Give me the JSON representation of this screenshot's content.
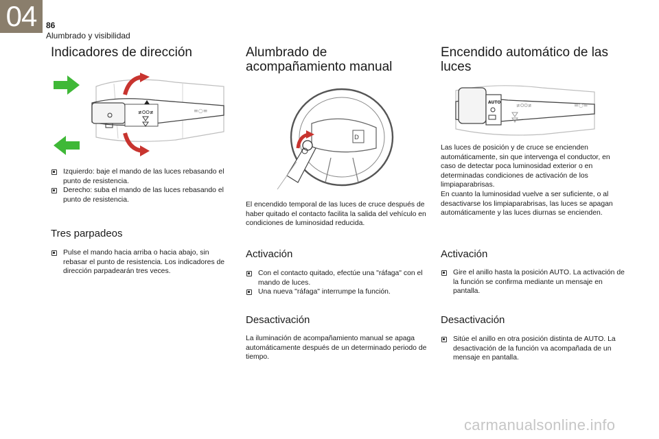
{
  "header": {
    "chapter": "04",
    "page_number": "86",
    "section": "Alumbrado y visibilidad"
  },
  "col1": {
    "title": "Indicadores de dirección",
    "bullets": [
      "Izquierdo: baje el mando de las luces rebasando el punto de resistencia.",
      "Derecho: suba el mando de las luces rebasando el punto de resistencia."
    ],
    "subtitle": "Tres parpadeos",
    "sub_bullets": [
      "Pulse el mando hacia arriba o hacia abajo, sin rebasar el punto de resistencia. Los indicadores de dirección parpadearán tres veces."
    ]
  },
  "col2": {
    "title_line1": "Alumbrado de",
    "title_line2": "acompañamiento manual",
    "intro": "El encendido temporal de las luces de cruce después de haber quitado el contacto facilita la salida del vehículo en condiciones de luminosidad reducida.",
    "activation_title": "Activación",
    "activation_bullets": [
      "Con el contacto quitado, efectúe una \"ráfaga\" con el mando de luces.",
      "Una nueva \"ráfaga\" interrumpe la función."
    ],
    "deactivation_title": "Desactivación",
    "deactivation_text": "La iluminación de acompañamiento manual se apaga automáticamente después de un determinado periodo de tiempo."
  },
  "col3": {
    "title_line1": "Encendido automático de las",
    "title_line2": "luces",
    "intro": "Las luces de posición y de cruce se encienden automáticamente, sin que intervenga el conductor, en caso de detectar poca luminosidad exterior o en determinadas condiciones de activación de los limpiaparabrisas.",
    "intro2": "En cuanto la luminosidad vuelve a ser suficiente, o al desactivarse los limpiaparabrisas, las luces se apagan automáticamente y las luces diurnas se encienden.",
    "activation_title": "Activación",
    "activation_bullets": [
      "Gire el anillo hasta la posición AUTO. La activación de la función se confirma mediante un mensaje en pantalla."
    ],
    "deactivation_title": "Desactivación",
    "deactivation_bullets": [
      "Sitúe el anillo en otra posición distinta de AUTO. La desactivación de la función va acompañada de un mensaje en pantalla."
    ],
    "auto_label": "AUTO"
  },
  "colors": {
    "chapter_bg": "#8a7e6c",
    "arrow_green": "#3fb837",
    "arrow_red": "#c8342f"
  },
  "footer": {
    "watermark": "carmanualsonline.info"
  }
}
